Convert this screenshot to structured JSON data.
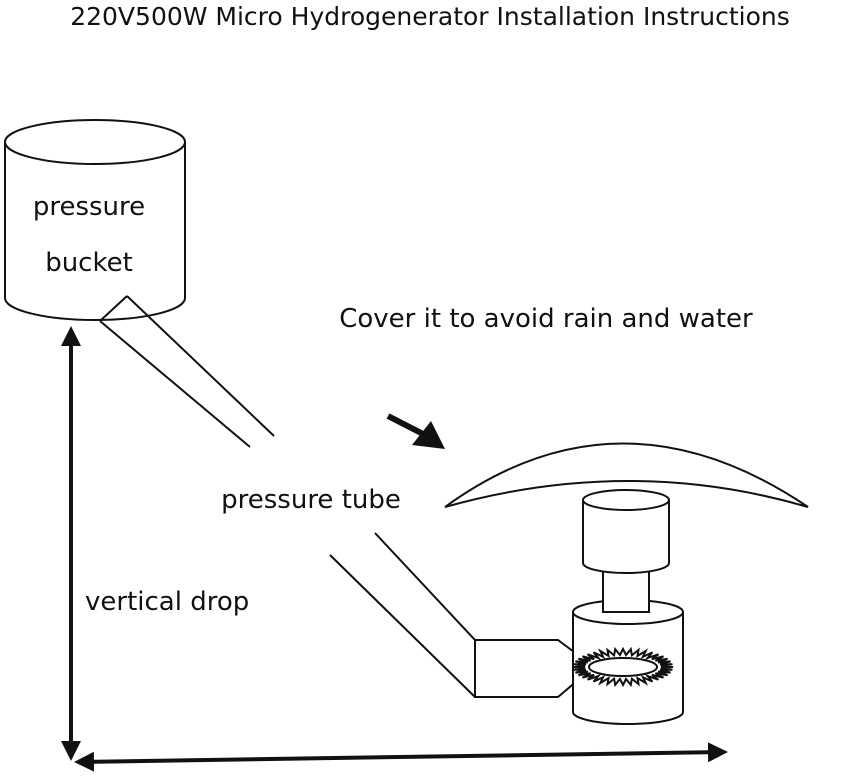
{
  "title": "220V500W Micro Hydrogenerator Installation Instructions",
  "labels": {
    "bucket_line1": "pressure",
    "bucket_line2": "bucket",
    "cover_note": "Cover it to avoid rain and water",
    "tube": "pressure tube",
    "drop": "vertical drop"
  },
  "icons": {
    "pointer": "arrow-pointing-to-cover-icon"
  },
  "colors": {
    "ink": "#111111",
    "background": "#ffffff"
  }
}
